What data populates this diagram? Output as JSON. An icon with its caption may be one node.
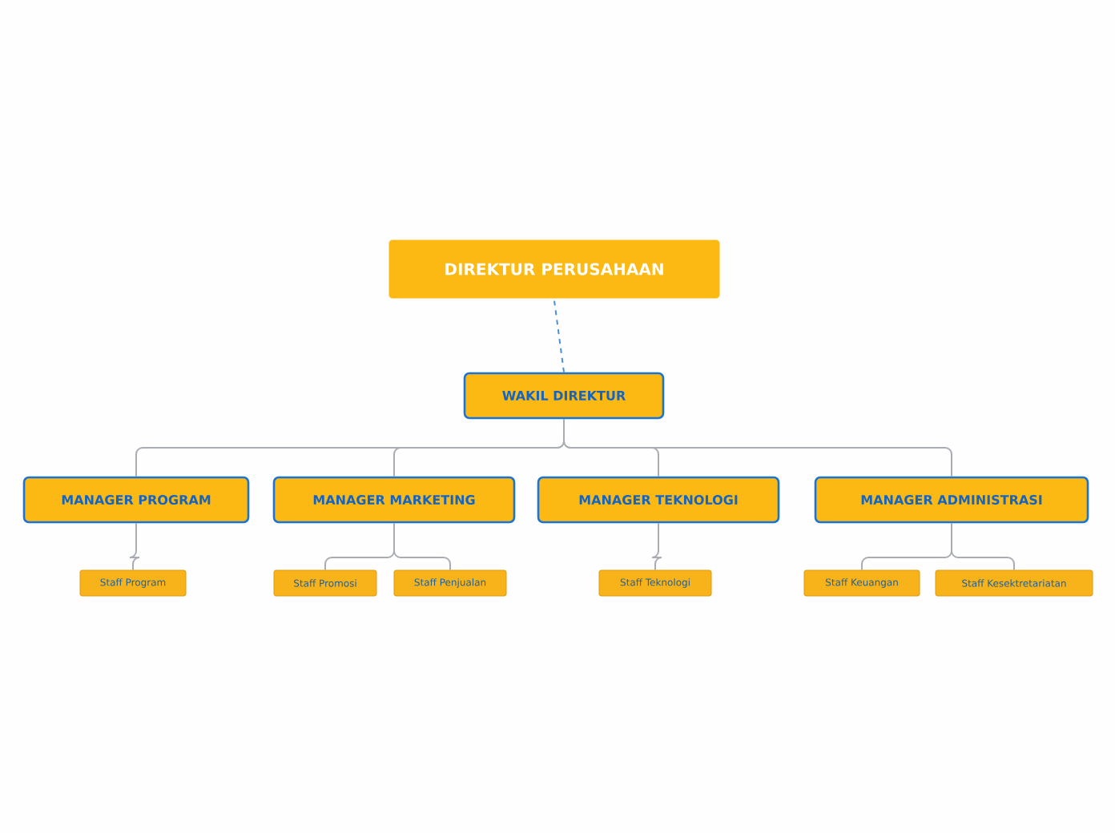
{
  "diagram": {
    "nodes": [
      {
        "text": [
          "DIREKTUR PERUSAHAAN"
        ]
      },
      {
        "text": [
          "WAKIL DIREKTUR"
        ]
      },
      {
        "text": [
          "MANAGER PROGRAM"
        ]
      },
      {
        "text": [
          "MANAGER MARKETING"
        ]
      },
      {
        "text": [
          "MANAGER TEKNOLOGI"
        ]
      },
      {
        "text": [
          "MANAGER ADMINISTRASI"
        ]
      },
      {
        "text": [
          "Staff Program"
        ]
      },
      {
        "text": [
          "Staff Promosi"
        ]
      },
      {
        "text": [
          "Staff Penjualan"
        ]
      },
      {
        "text": [
          "Staff Teknologi"
        ]
      },
      {
        "text": [
          "Staff Keuangan"
        ]
      },
      {
        "text": [
          "Staff Kesektretariatan"
        ]
      }
    ],
    "edges": [
      {
        "from": 0,
        "to": 1,
        "arrow": "none",
        "style": "dashed",
        "color": "#4a90d9"
      },
      {
        "from": 1,
        "to": 2,
        "arrow": "none"
      },
      {
        "from": 1,
        "to": 3,
        "arrow": "none"
      },
      {
        "from": 1,
        "to": 4,
        "arrow": "none"
      },
      {
        "from": 1,
        "to": 5,
        "arrow": "none"
      },
      {
        "from": 2,
        "to": 6,
        "arrow": "none"
      },
      {
        "from": 3,
        "to": 7,
        "arrow": "none"
      },
      {
        "from": 3,
        "to": 8,
        "arrow": "none"
      },
      {
        "from": 4,
        "to": 9,
        "arrow": "none"
      },
      {
        "from": 5,
        "to": 10,
        "arrow": "none"
      },
      {
        "from": 5,
        "to": 11,
        "arrow": "none"
      }
    ]
  }
}
